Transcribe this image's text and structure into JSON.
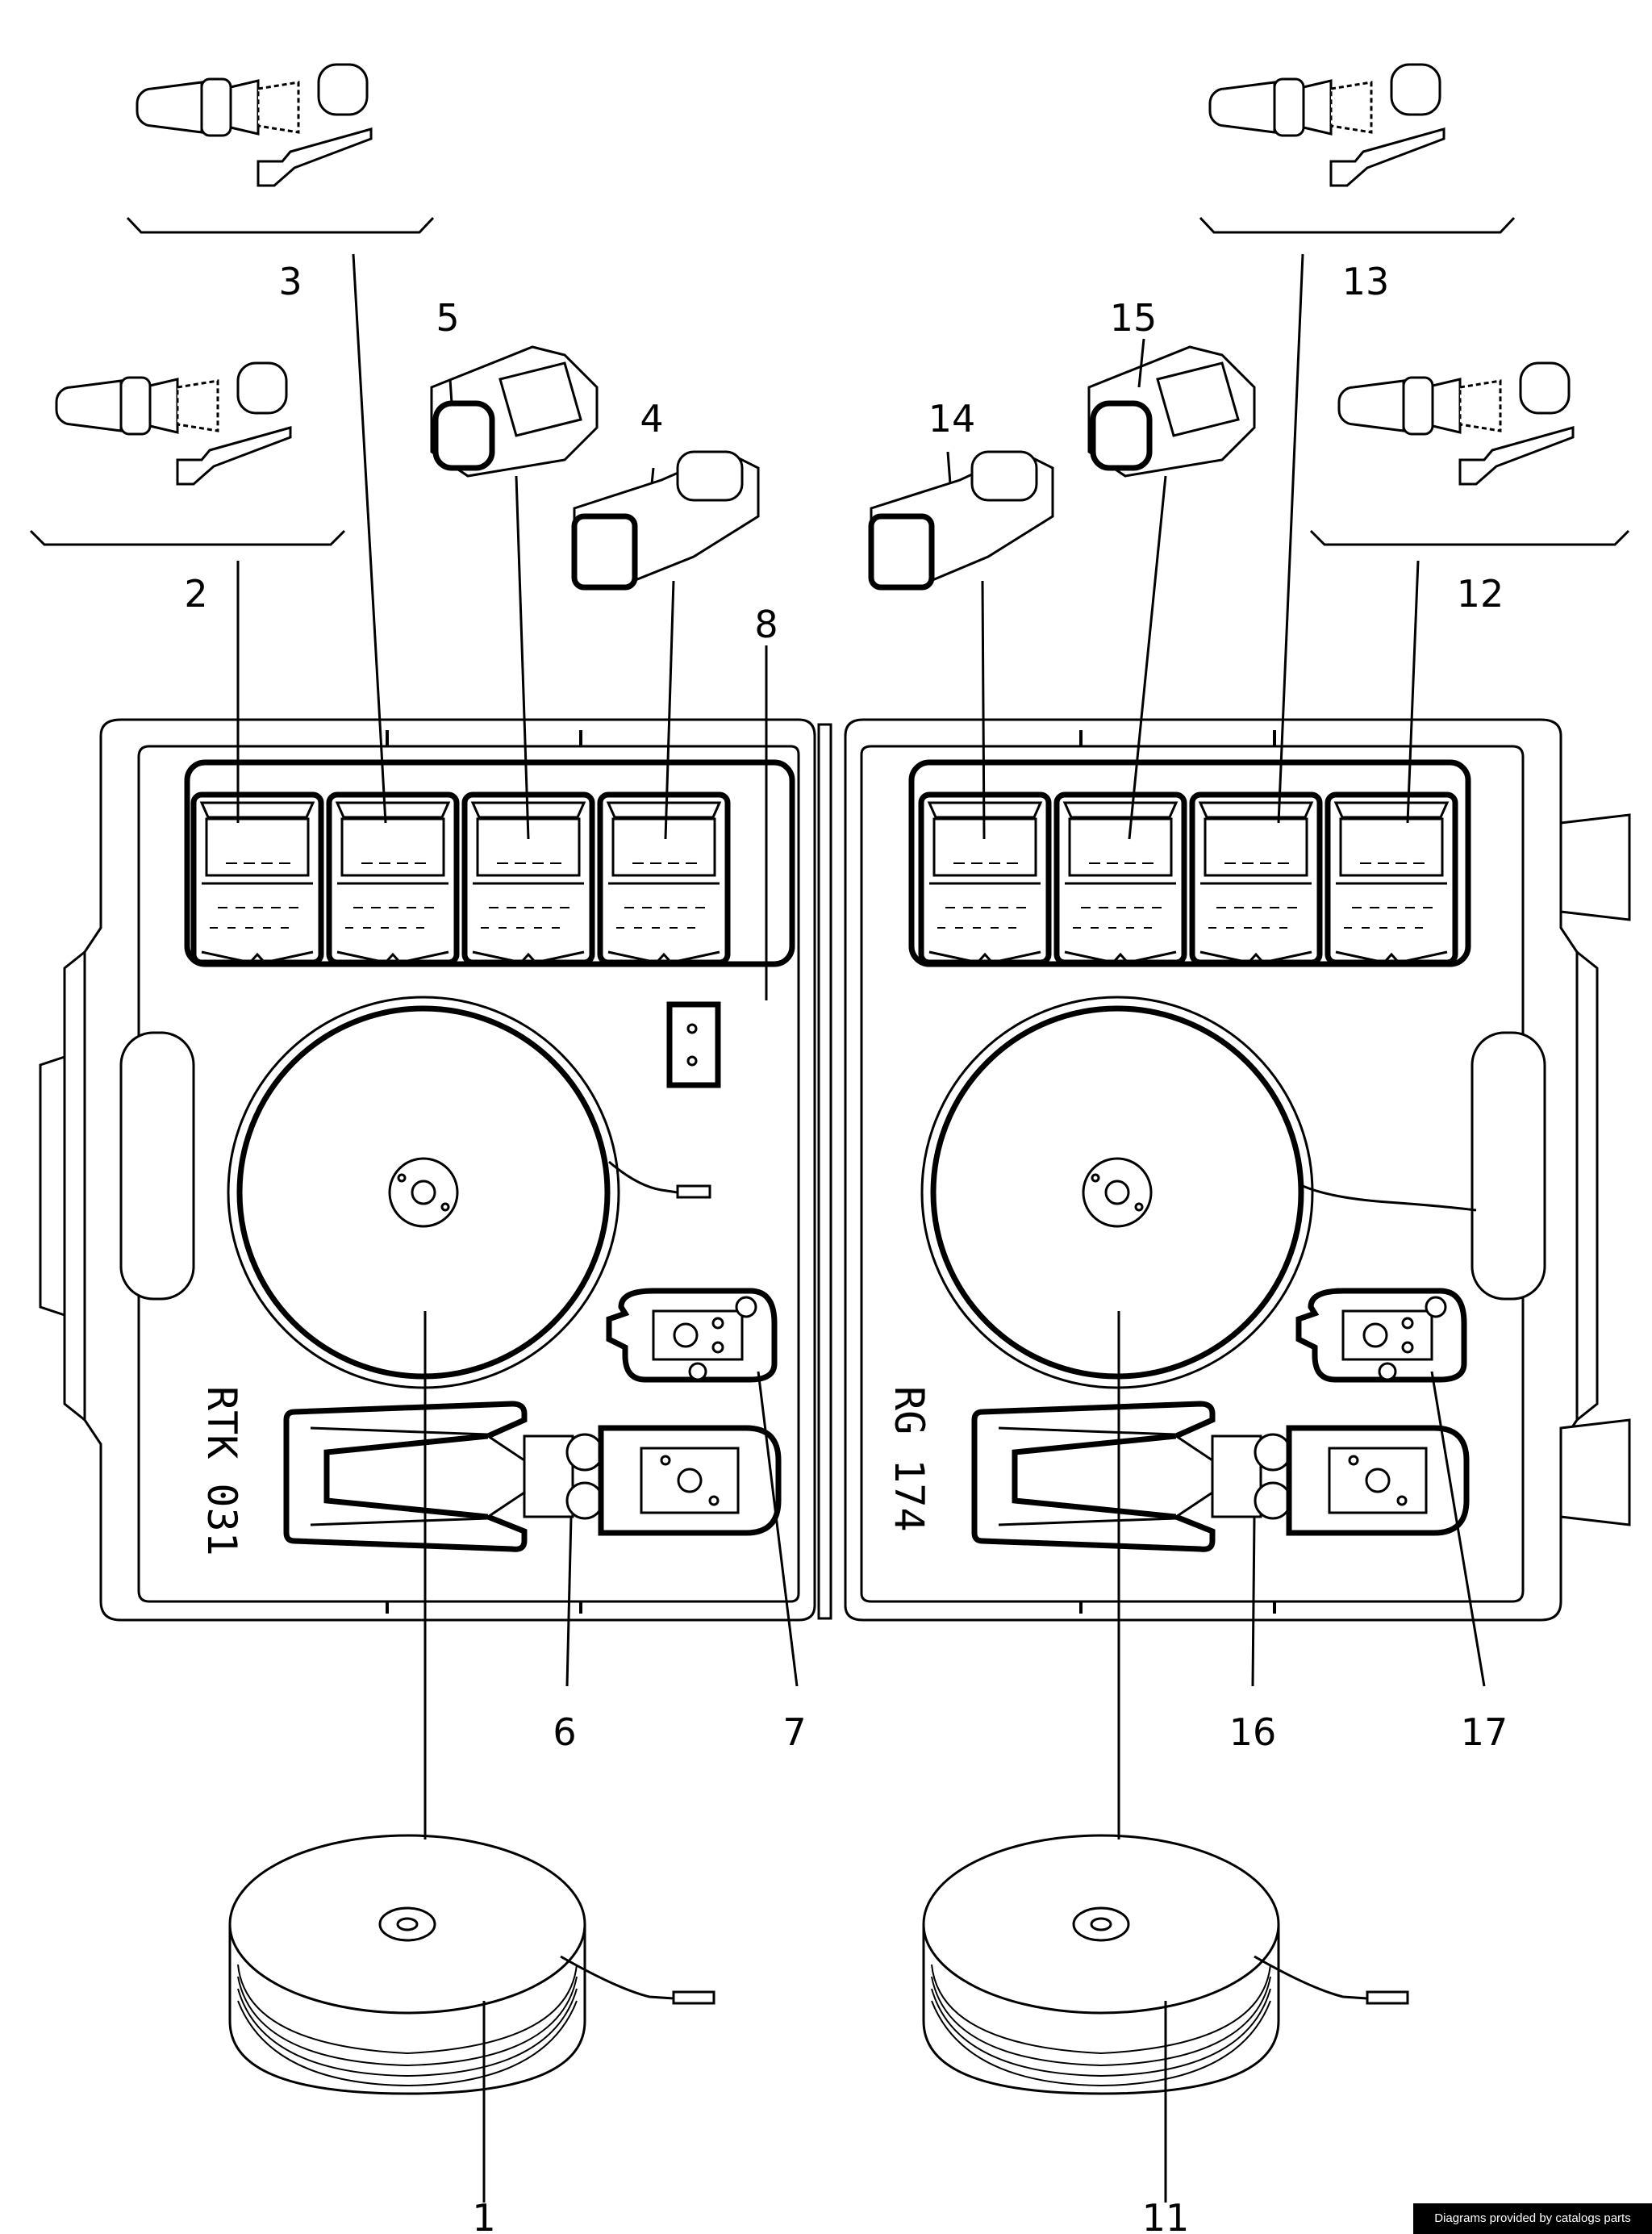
{
  "callouts": {
    "c1": "1",
    "c2": "2",
    "c3": "3",
    "c4": "4",
    "c5": "5",
    "c6": "6",
    "c7": "7",
    "c8": "8",
    "c11": "11",
    "c12": "12",
    "c13": "13",
    "c14": "14",
    "c15": "15",
    "c16": "16",
    "c17": "17"
  },
  "case_labels": {
    "left": "RTK 031",
    "right": "RG 174"
  },
  "credit": "Diagrams provided by catalogs parts"
}
